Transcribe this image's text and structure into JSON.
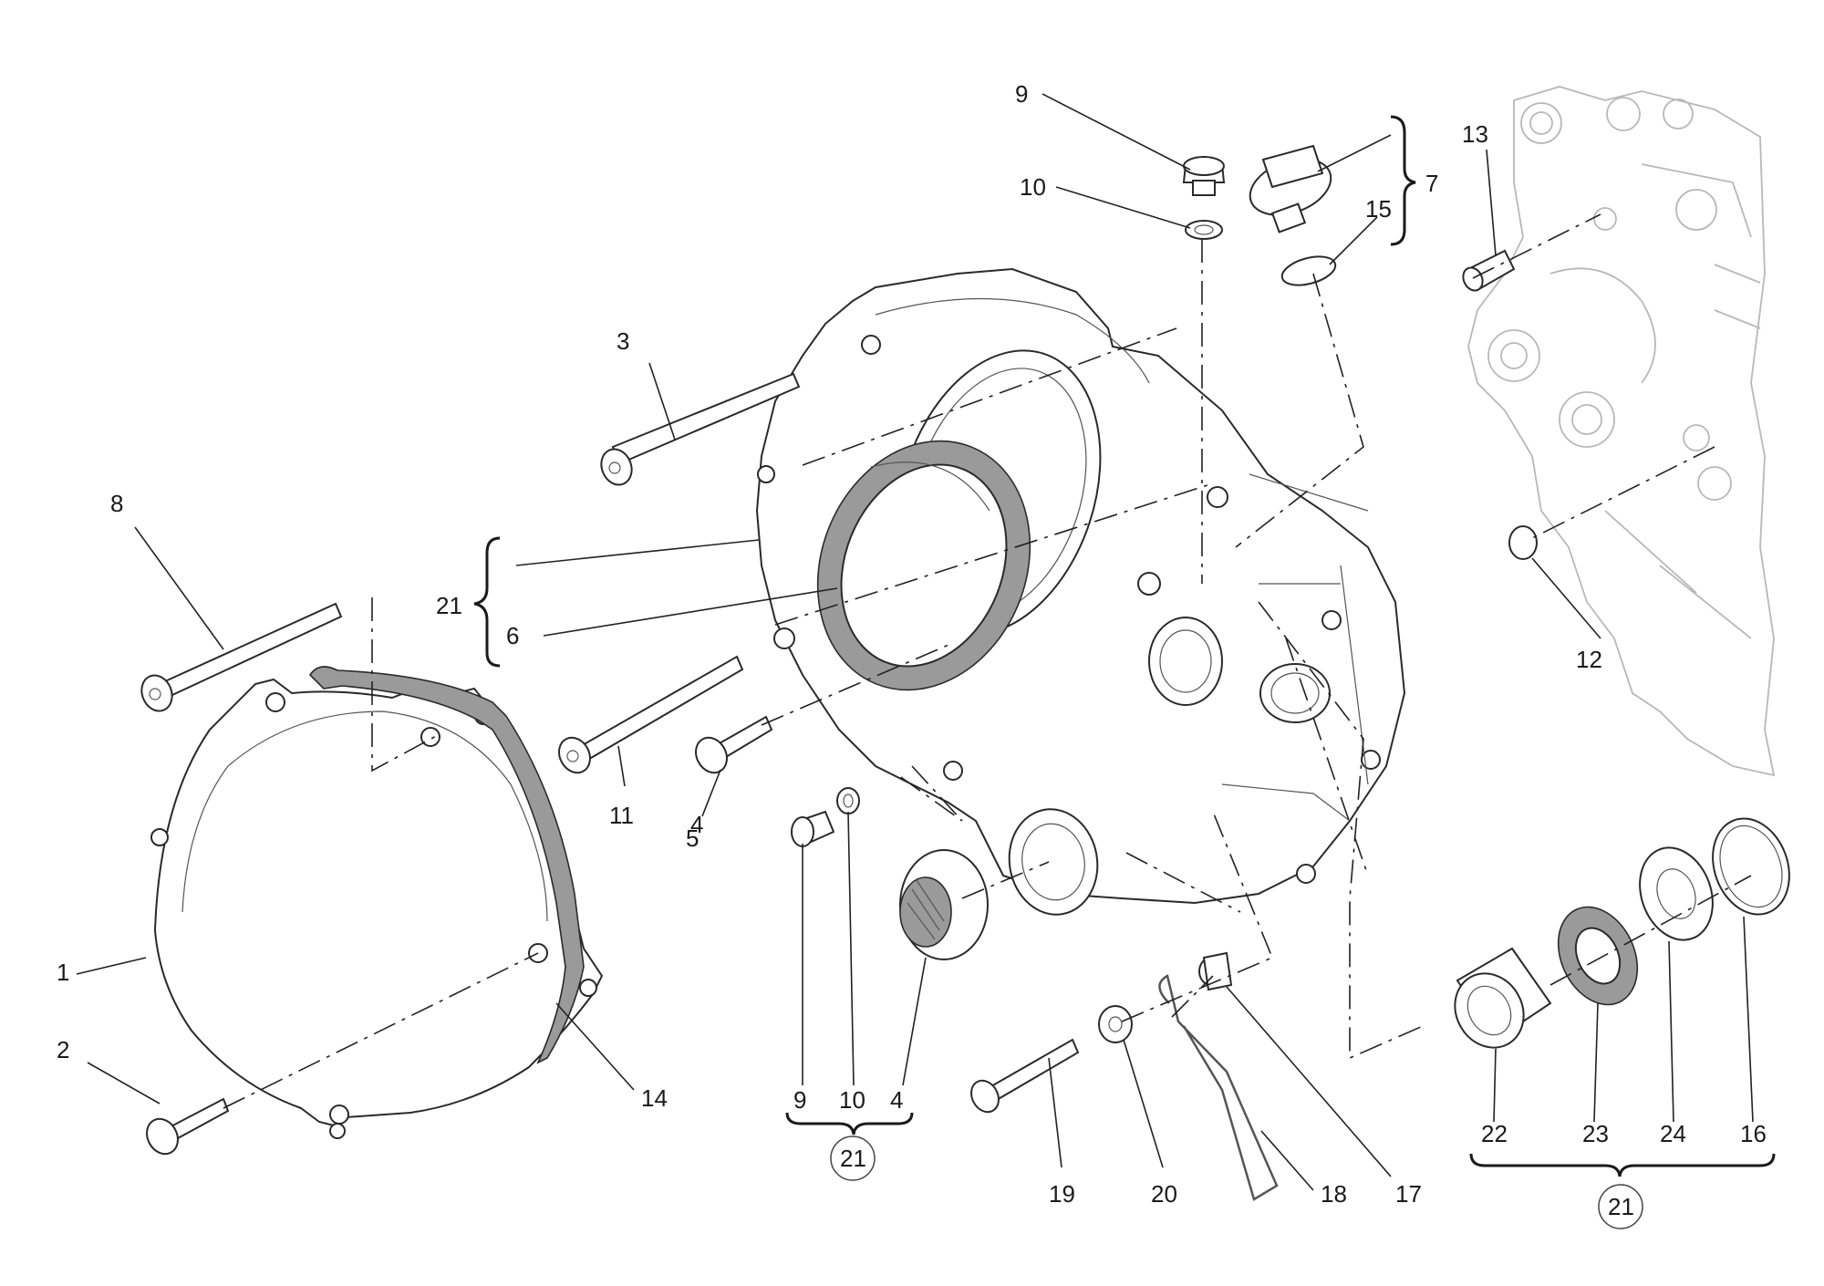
{
  "callouts": {
    "c1": "1",
    "c2": "2",
    "c3": "3",
    "c4": "4",
    "c5": "5",
    "c6": "6",
    "c7": "7",
    "c8": "8",
    "c9_top": "9",
    "c10_top": "10",
    "c11": "11",
    "c12": "12",
    "c13": "13",
    "c14": "14",
    "c15": "15",
    "c16": "16",
    "c17": "17",
    "c18": "18",
    "c19": "19",
    "c20": "20",
    "c21_left": "21",
    "c22": "22",
    "c23": "23",
    "c24": "24",
    "c9_bottom": "9",
    "c10_bottom": "10",
    "c4_bottom": "4",
    "kit_left": "21",
    "kit_right": "21"
  },
  "colors": {
    "line": "#222222",
    "ghost": "#b8b8b8",
    "shade": "#9a9a9a"
  }
}
